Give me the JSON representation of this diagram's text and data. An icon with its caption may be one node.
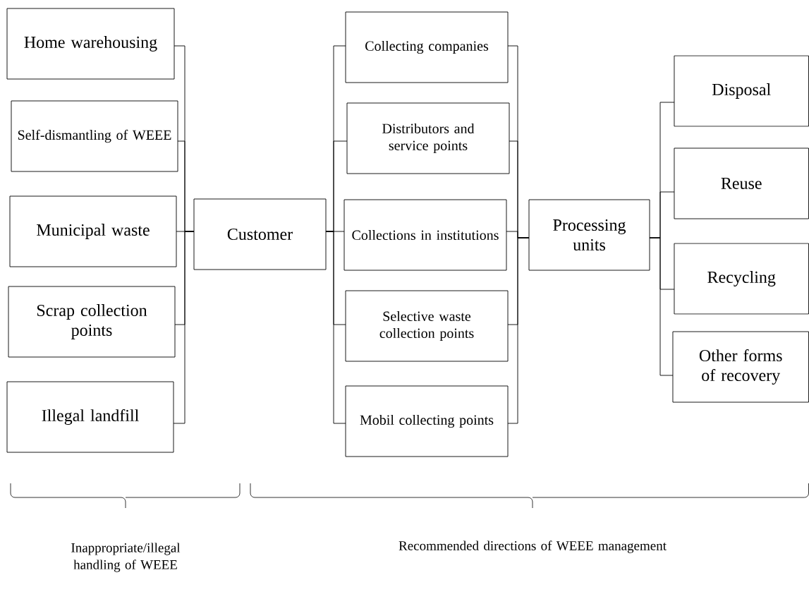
{
  "diagram": {
    "nodes": [
      {
        "text": [
          "Home warehousing"
        ]
      },
      {
        "text": [
          "Self-dismantling of WEEE"
        ]
      },
      {
        "text": [
          "Municipal waste"
        ]
      },
      {
        "text": [
          "Scrap collection points"
        ]
      },
      {
        "text": [
          "Illegal landfill"
        ]
      },
      {
        "text": [
          "Customer"
        ]
      },
      {
        "text": [
          "Collecting companies"
        ]
      },
      {
        "text": [
          "Distributors and service points"
        ]
      },
      {
        "text": [
          "Collections in institutions"
        ]
      },
      {
        "text": [
          "Selective waste collection points"
        ]
      },
      {
        "text": [
          "Mobil collecting points"
        ]
      },
      {
        "text": [
          "Processing units"
        ]
      },
      {
        "text": [
          "Disposal"
        ]
      },
      {
        "text": [
          "Reuse"
        ]
      },
      {
        "text": [
          "Recycling"
        ]
      },
      {
        "text": [
          "Other forms of recovery"
        ]
      }
    ],
    "edges": [
      {
        "from": 0,
        "to": 5,
        "arrow": "none"
      },
      {
        "from": 1,
        "to": 5,
        "arrow": "none"
      },
      {
        "from": 2,
        "to": 5,
        "arrow": "none"
      },
      {
        "from": 3,
        "to": 5,
        "arrow": "none"
      },
      {
        "from": 4,
        "to": 5,
        "arrow": "none"
      },
      {
        "from": 5,
        "to": 6,
        "arrow": "none"
      },
      {
        "from": 5,
        "to": 7,
        "arrow": "none"
      },
      {
        "from": 5,
        "to": 8,
        "arrow": "none"
      },
      {
        "from": 5,
        "to": 9,
        "arrow": "none"
      },
      {
        "from": 5,
        "to": 10,
        "arrow": "none"
      },
      {
        "from": 6,
        "to": 11,
        "arrow": "none"
      },
      {
        "from": 7,
        "to": 11,
        "arrow": "none"
      },
      {
        "from": 8,
        "to": 11,
        "arrow": "none"
      },
      {
        "from": 9,
        "to": 11,
        "arrow": "none"
      },
      {
        "from": 10,
        "to": 11,
        "arrow": "none"
      },
      {
        "from": 11,
        "to": 12,
        "arrow": "none"
      },
      {
        "from": 11,
        "to": 13,
        "arrow": "none"
      },
      {
        "from": 11,
        "to": 14,
        "arrow": "none"
      },
      {
        "from": 11,
        "to": 15,
        "arrow": "none"
      }
    ],
    "labels": [
      "Inappropriate/illegal handling of WEEE",
      "Recommended directions of WEEE management"
    ]
  }
}
